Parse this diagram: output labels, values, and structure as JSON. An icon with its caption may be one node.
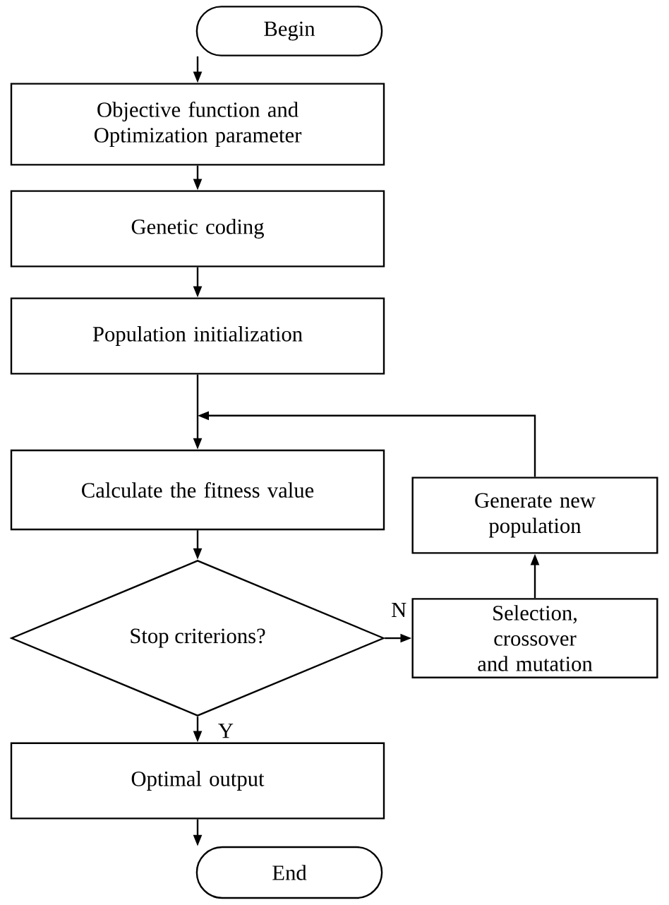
{
  "diagram": {
    "nodes": [
      {
        "text": [
          "Begin"
        ]
      },
      {
        "text": [
          "Objective function and Optimization parameter"
        ]
      },
      {
        "text": [
          "Genetic coding"
        ]
      },
      {
        "text": [
          "Population initialization"
        ]
      },
      {
        "text": [
          "Calculate the fitness value"
        ]
      },
      {
        "text": [
          "Stop criterions?"
        ]
      },
      {
        "text": [
          "Generate new population"
        ]
      },
      {
        "text": [
          "Selection, crossover and mutation"
        ]
      },
      {
        "text": [
          "Optimal output"
        ]
      },
      {
        "text": [
          "End"
        ]
      }
    ],
    "edges": [
      {
        "from": 0,
        "to": 1,
        "arrow": "to"
      },
      {
        "from": 1,
        "to": 2,
        "arrow": "to"
      },
      {
        "from": 2,
        "to": 3,
        "arrow": "to"
      },
      {
        "from": 3,
        "to": 4,
        "arrow": "to"
      },
      {
        "from": 4,
        "to": 5,
        "arrow": "to"
      },
      {
        "from": 5,
        "to": 7,
        "arrow": "to",
        "label": "N"
      },
      {
        "from": 7,
        "to": 6,
        "arrow": "to"
      },
      {
        "from": 6,
        "to": 4,
        "arrow": "to"
      },
      {
        "from": 5,
        "to": 8,
        "arrow": "to",
        "label": "Y"
      },
      {
        "from": 8,
        "to": 9,
        "arrow": "to"
      }
    ]
  }
}
